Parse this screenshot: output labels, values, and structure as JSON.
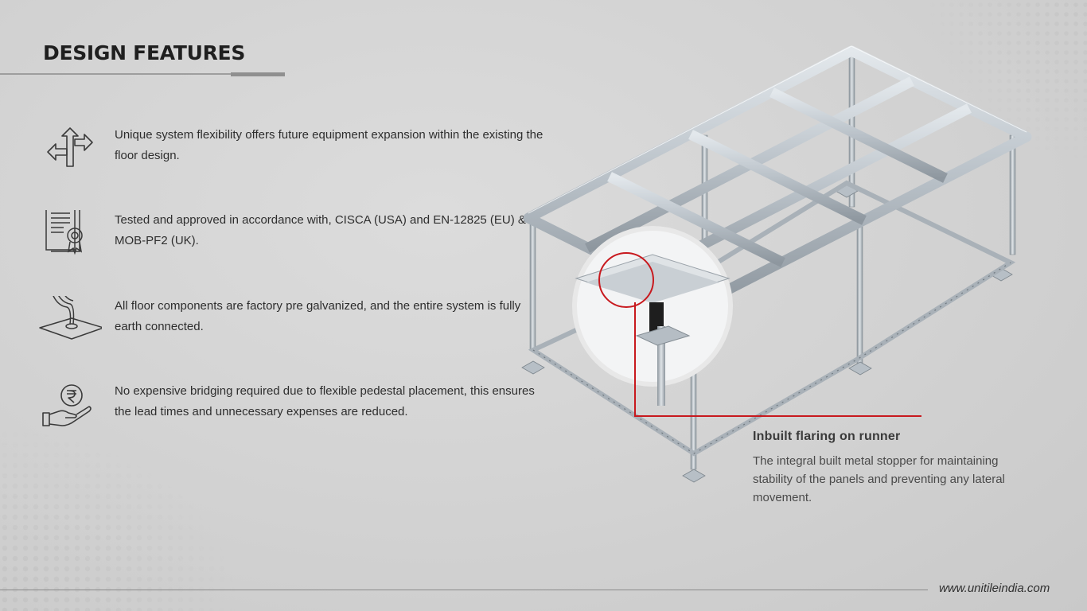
{
  "page": {
    "title": "DESIGN FEATURES",
    "footer_url": "www.unitileindia.com"
  },
  "features": [
    {
      "icon": "arrows-directions-icon",
      "text": "Unique system flexibility offers future equipment expansion within the existing the floor design."
    },
    {
      "icon": "certificate-document-icon",
      "text": "Tested and approved in accordance with, CISCA (USA) and EN-12825 (EU) & MOB-PF2 (UK)."
    },
    {
      "icon": "earth-connection-icon",
      "text": "All floor components are factory pre galvanized, and the entire system is fully earth connected."
    },
    {
      "icon": "rupee-hand-icon",
      "text": "No expensive bridging required due to flexible pedestal placement, this ensures the lead times and unnecessary expenses are reduced."
    }
  ],
  "callout": {
    "title": "Inbuilt flaring on runner",
    "description": "The integral built metal stopper for maintaining stability of the panels and preventing any lateral movement."
  },
  "colors": {
    "accent_red": "#c8191e",
    "frame_steel": "#b4bcc4"
  }
}
